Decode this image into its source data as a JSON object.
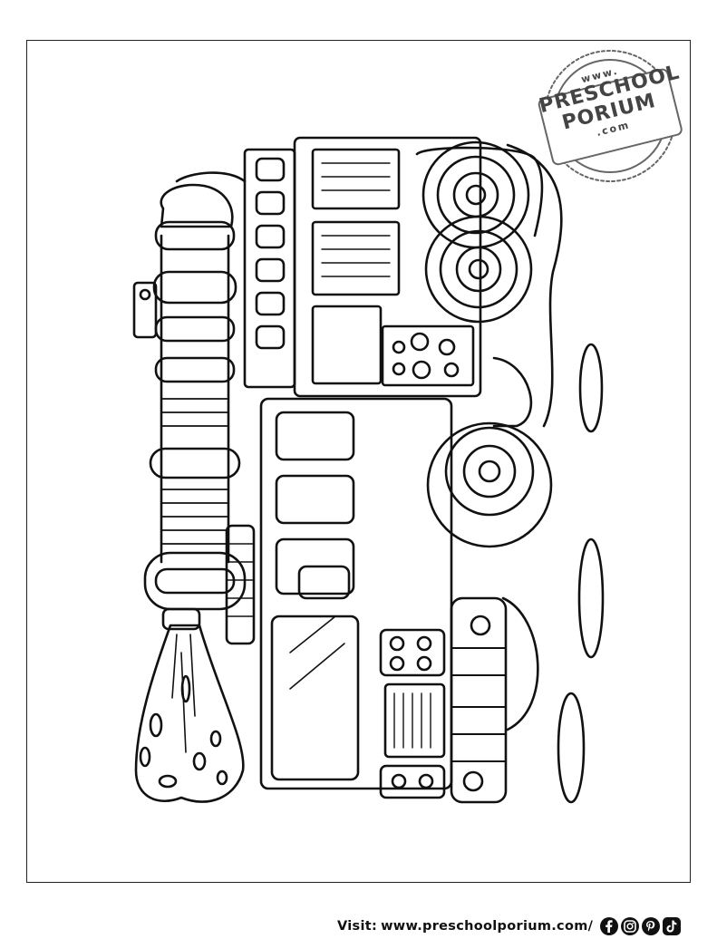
{
  "logo": {
    "top": "www.",
    "line1": "PRESCHOOL",
    "line2": "PORIUM",
    "bottom": ".com"
  },
  "footer": {
    "visit_label": "Visit:",
    "url": "www.preschoolporium.com/",
    "social_icons": [
      "facebook-icon",
      "instagram-icon",
      "pinterest-icon",
      "tiktok-icon"
    ]
  },
  "colors": {
    "line": "#111111",
    "paper": "#ffffff",
    "stamp": "#666666"
  }
}
